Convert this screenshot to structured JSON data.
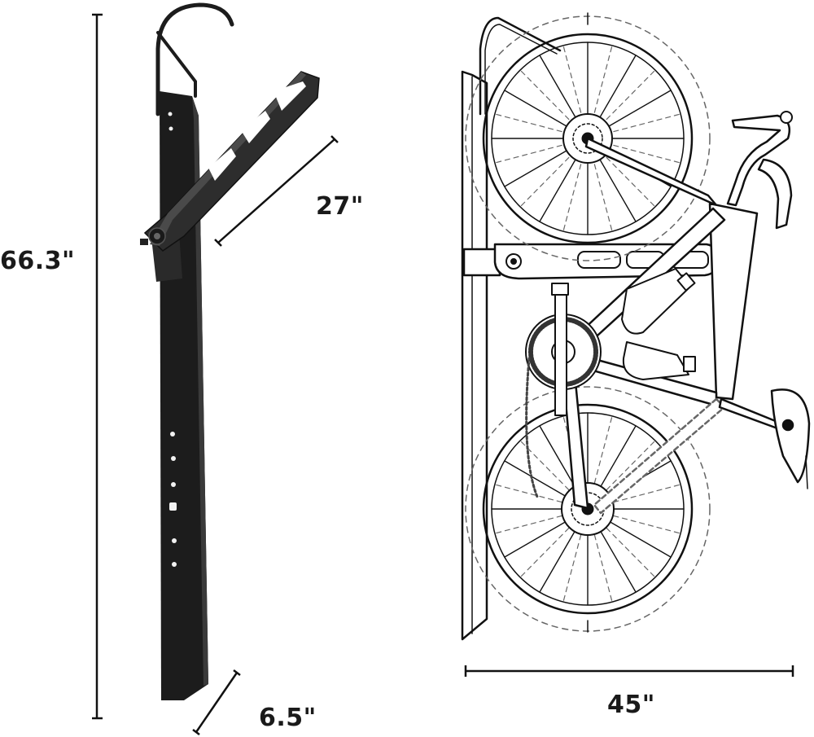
{
  "dimensions": {
    "height": "66.3\"",
    "arm_length": "27\"",
    "depth": "6.5\"",
    "width": "45\""
  },
  "colors": {
    "rack": "#1c1c1c",
    "line": "#111111",
    "dash": "#555555",
    "background": "#ffffff"
  }
}
